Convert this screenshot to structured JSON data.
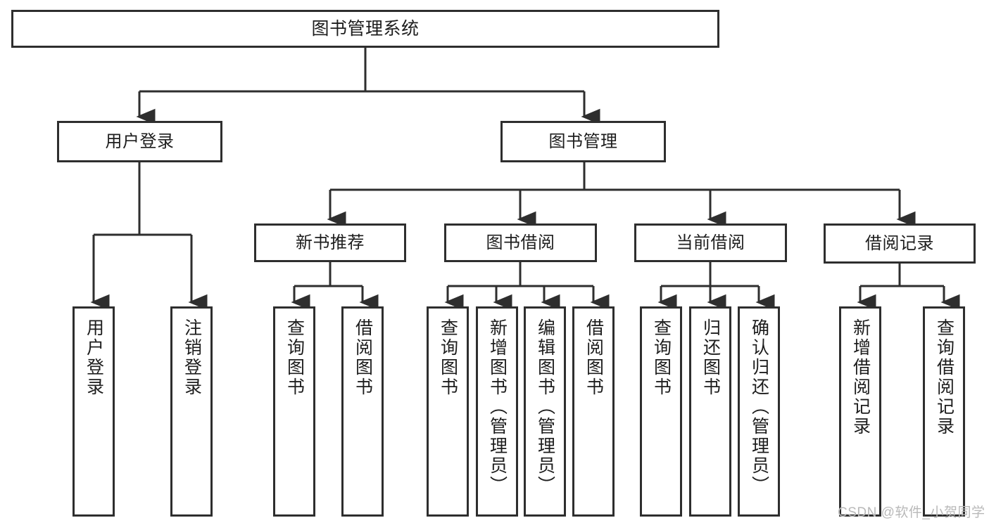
{
  "diagram": {
    "title": "图书管理系统",
    "type": "hierarchy-tree",
    "watermark": "CSDN @软件_小贺同学",
    "colors": {
      "border": "#2e2e2e",
      "background": "#ffffff",
      "text": "#1d1d1d",
      "edge": "#2e2e2e",
      "watermark": "#b9b9b9"
    },
    "root": {
      "label": "图书管理系统"
    },
    "level2": [
      {
        "label": "用户登录"
      },
      {
        "label": "图书管理"
      }
    ],
    "level3": [
      {
        "label": "新书推荐"
      },
      {
        "label": "图书借阅"
      },
      {
        "label": "当前借阅"
      },
      {
        "label": "借阅记录"
      }
    ],
    "leaves": {
      "user_login": [
        {
          "label": "用户登录"
        },
        {
          "label": "注销登录"
        }
      ],
      "new_book": [
        {
          "label": "查询图书"
        },
        {
          "label": "借阅图书"
        }
      ],
      "book_borrow": [
        {
          "label": "查询图书"
        },
        {
          "label": "新增图书（管理员）"
        },
        {
          "label": "编辑图书（管理员）"
        },
        {
          "label": "借阅图书"
        }
      ],
      "current_borrow": [
        {
          "label": "查询图书"
        },
        {
          "label": "归还图书"
        },
        {
          "label": "确认归还（管理员）"
        }
      ],
      "borrow_record": [
        {
          "label": "新增借阅记录"
        },
        {
          "label": "查询借阅记录"
        }
      ]
    }
  }
}
